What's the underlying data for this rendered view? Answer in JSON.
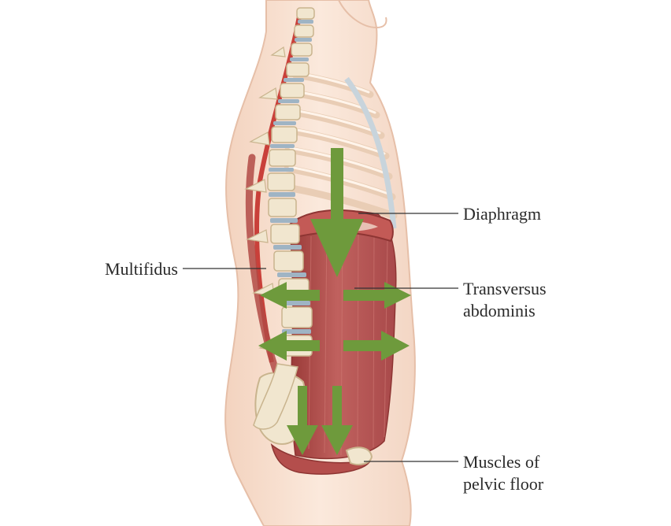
{
  "labels": {
    "diaphragm": "Diaphragm",
    "multifidus": "Multifidus",
    "transversus_line1": "Transversus",
    "transversus_line2": "abdominis",
    "pelvic_line1": "Muscles of",
    "pelvic_line2": "pelvic floor"
  },
  "colors": {
    "arrow": "#6e9a3c",
    "skin": "#f8e2d2",
    "skin_outline": "#e6bfa8",
    "muscle": "#b44e4c",
    "muscle_dark": "#8e3533",
    "bone": "#f1e6cf",
    "bone_outline": "#c9b48e",
    "disc": "#9fb4c4",
    "rib": "#f2dcc8",
    "leader_line": "#333333"
  }
}
